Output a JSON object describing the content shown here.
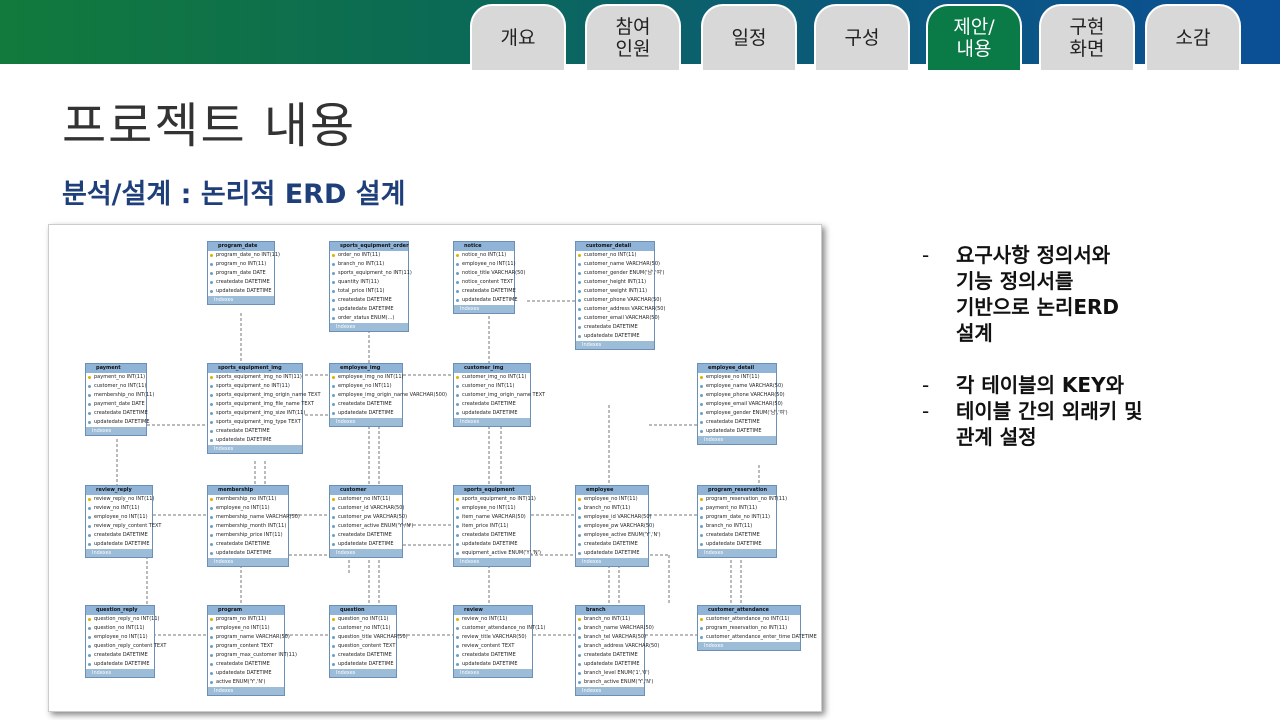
{
  "tabs": [
    {
      "label": "개요",
      "active": false
    },
    {
      "label": "참여\n인원",
      "active": false
    },
    {
      "label": "일정",
      "active": false
    },
    {
      "label": "구성",
      "active": false
    },
    {
      "label": "제안/\n내용",
      "active": true
    },
    {
      "label": "구현\n화면",
      "active": false
    },
    {
      "label": "소감",
      "active": false
    }
  ],
  "title": "프로젝트 내용",
  "subtitle": "분석/설계 : 논리적 ERD 설계",
  "bullets": [
    {
      "dash": "-",
      "text": "요구사항 정의서와\n기능 정의서를\n기반으로 논리ERD\n설계"
    },
    {
      "dash": "-",
      "text": "각 테이블의 KEY와"
    },
    {
      "dash": "-",
      "text": "테이블 간의 외래키 및\n관계 설정"
    }
  ],
  "erd_footer": "Indexes",
  "erd_tables": [
    {
      "name": "program_date",
      "cols": [
        "program_date_no INT(11)",
        "program_no INT(11)",
        "program_date DATE",
        "createdate DATETIME",
        "updatedate DATETIME"
      ]
    },
    {
      "name": "sports_equipment_order",
      "cols": [
        "order_no INT(11)",
        "branch_no INT(11)",
        "sports_equipment_no INT(11)",
        "quantity INT(11)",
        "total_price INT(11)",
        "createdate DATETIME",
        "updatedate DATETIME",
        "order_status ENUM(...)"
      ]
    },
    {
      "name": "notice",
      "cols": [
        "notice_no INT(11)",
        "employee_no INT(11)",
        "notice_title VARCHAR(50)",
        "notice_content TEXT",
        "createdate DATETIME",
        "updatedate DATETIME"
      ]
    },
    {
      "name": "customer_detail",
      "cols": [
        "customer_no INT(11)",
        "customer_name VARCHAR(50)",
        "customer_gender ENUM('남','여')",
        "customer_height INT(11)",
        "customer_weight INT(11)",
        "customer_phone VARCHAR(50)",
        "customer_address VARCHAR(50)",
        "customer_email VARCHAR(50)",
        "createdate DATETIME",
        "updatedate DATETIME"
      ]
    },
    {
      "name": "payment",
      "cols": [
        "payment_no INT(11)",
        "customer_no INT(11)",
        "membership_no INT(11)",
        "payment_date DATE",
        "createdate DATETIME",
        "updatedate DATETIME"
      ]
    },
    {
      "name": "sports_equipment_img",
      "cols": [
        "sports_equipment_img_no INT(11)",
        "sports_equipment_no INT(11)",
        "sports_equipment_img_origin_name TEXT",
        "sports_equipment_img_file_name TEXT",
        "sports_equipment_img_size INT(11)",
        "sports_equipment_img_type TEXT",
        "createdate DATETIME",
        "updatedate DATETIME"
      ]
    },
    {
      "name": "employee_img",
      "cols": [
        "employee_img_no INT(11)",
        "employee_no INT(11)",
        "employee_img_origin_name VARCHAR(500)",
        "createdate DATETIME",
        "updatedate DATETIME"
      ]
    },
    {
      "name": "customer_img",
      "cols": [
        "customer_img_no INT(11)",
        "customer_no INT(11)",
        "customer_img_origin_name TEXT",
        "createdate DATETIME",
        "updatedate DATETIME"
      ]
    },
    {
      "name": "employee_detail",
      "cols": [
        "employee_no INT(11)",
        "employee_name VARCHAR(50)",
        "employee_phone VARCHAR(50)",
        "employee_email VARCHAR(50)",
        "employee_gender ENUM('남','여')",
        "createdate DATETIME",
        "updatedate DATETIME"
      ]
    },
    {
      "name": "review_reply",
      "cols": [
        "review_reply_no INT(11)",
        "review_no INT(11)",
        "employee_no INT(11)",
        "review_reply_content TEXT",
        "createdate DATETIME",
        "updatedate DATETIME"
      ]
    },
    {
      "name": "membership",
      "cols": [
        "membership_no INT(11)",
        "employee_no INT(11)",
        "membership_name VARCHAR(50)",
        "membership_month INT(11)",
        "membership_price INT(11)",
        "createdate DATETIME",
        "updatedate DATETIME"
      ]
    },
    {
      "name": "customer",
      "cols": [
        "customer_no INT(11)",
        "customer_id VARCHAR(50)",
        "customer_pw VARCHAR(50)",
        "customer_active ENUM('Y','N')",
        "createdate DATETIME",
        "updatedate DATETIME"
      ]
    },
    {
      "name": "sports_equipment",
      "cols": [
        "sports_equipment_no INT(11)",
        "employee_no INT(11)",
        "item_name VARCHAR(50)",
        "item_price INT(11)",
        "createdate DATETIME",
        "updatedate DATETIME",
        "equipment_active ENUM('Y','N')"
      ]
    },
    {
      "name": "employee",
      "cols": [
        "employee_no INT(11)",
        "branch_no INT(11)",
        "employee_id VARCHAR(50)",
        "employee_pw VARCHAR(50)",
        "employee_active ENUM('Y','N')",
        "createdate DATETIME",
        "updatedate DATETIME"
      ]
    },
    {
      "name": "program_reservation",
      "cols": [
        "program_reservation_no INT(11)",
        "payment_no INT(11)",
        "program_date_no INT(11)",
        "branch_no INT(11)",
        "createdate DATETIME",
        "updatedate DATETIME"
      ]
    },
    {
      "name": "question_reply",
      "cols": [
        "question_reply_no INT(11)",
        "question_no INT(11)",
        "employee_no INT(11)",
        "question_reply_content TEXT",
        "createdate DATETIME",
        "updatedate DATETIME"
      ]
    },
    {
      "name": "program",
      "cols": [
        "program_no INT(11)",
        "employee_no INT(11)",
        "program_name VARCHAR(50)",
        "program_content TEXT",
        "program_max_customer INT(11)",
        "createdate DATETIME",
        "updatedate DATETIME",
        "active ENUM('Y','N')"
      ]
    },
    {
      "name": "question",
      "cols": [
        "question_no INT(11)",
        "customer_no INT(11)",
        "question_title VARCHAR(50)",
        "question_content TEXT",
        "createdate DATETIME",
        "updatedate DATETIME"
      ]
    },
    {
      "name": "review",
      "cols": [
        "review_no INT(11)",
        "customer_attendance_no INT(11)",
        "review_title VARCHAR(50)",
        "review_content TEXT",
        "createdate DATETIME",
        "updatedate DATETIME"
      ]
    },
    {
      "name": "branch",
      "cols": [
        "branch_no INT(11)",
        "branch_name VARCHAR(50)",
        "branch_tel VARCHAR(50)",
        "branch_address VARCHAR(50)",
        "createdate DATETIME",
        "updatedate DATETIME",
        "branch_level ENUM('1','0')",
        "branch_active ENUM('Y','N')"
      ]
    },
    {
      "name": "customer_attendance",
      "cols": [
        "customer_attendance_no INT(11)",
        "program_reservation_no INT(11)",
        "customer_attendance_enter_time DATETIME"
      ]
    }
  ]
}
